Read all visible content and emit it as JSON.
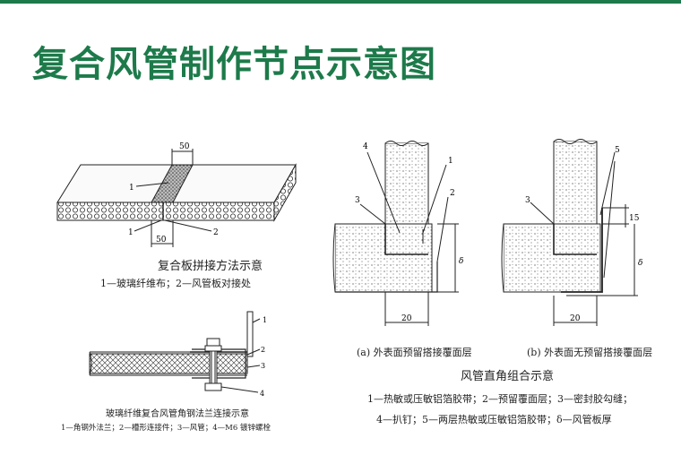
{
  "title": "复合风管制作节点示意图",
  "fig1": {
    "caption": "复合板拼接方法示意",
    "legend": "1—玻璃纤维布；2—风管板对接处",
    "dim_top": "50",
    "dim_bottom": "50",
    "label_1a": "1",
    "label_1b": "1",
    "label_2": "2"
  },
  "fig2": {
    "caption": "玻璃纤维复合风管角钢法兰连接示意",
    "legend": "1—角钢外法兰；2—槽形连接件；3—风管；4—M6 镀锌螺栓",
    "labels": [
      "1",
      "2",
      "3",
      "4"
    ]
  },
  "fig3a": {
    "caption": "(a) 外表面预留搭接覆面层",
    "labels": [
      "4",
      "1",
      "3",
      "2"
    ],
    "dim_20": "20",
    "dim_delta": "δ"
  },
  "fig3b": {
    "caption": "(b) 外表面无预留搭接覆面层",
    "labels": [
      "5",
      "3"
    ],
    "dim_15": "15",
    "dim_20": "20",
    "dim_delta": "δ"
  },
  "fig3": {
    "caption": "风管直角组合示意",
    "legend_line1": "1—热敏或压敏铝箔胶带；2—预留覆面层；3—密封胶勾缝；",
    "legend_line2": "4—扒钉；5—两层热敏或压敏铝箔胶带；δ—风管板厚"
  },
  "colors": {
    "title": "#1d7a4a",
    "line": "#222222"
  }
}
